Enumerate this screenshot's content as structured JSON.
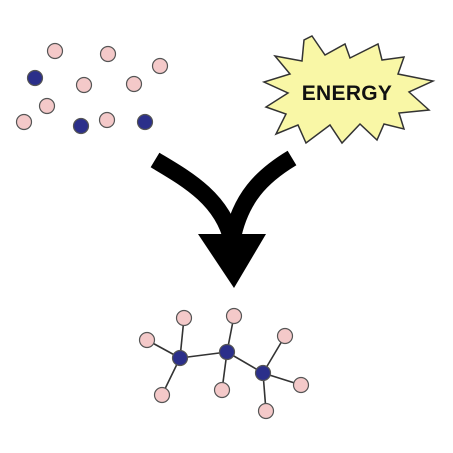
{
  "energy": {
    "label": "ENERGY",
    "fill_color": "#f9f7a6",
    "outline_color": "#333333",
    "text_color": "#111111"
  },
  "colors": {
    "hydrogen_atom_fill": "#f4c9c9",
    "carbon_atom_fill": "#2b2f8a",
    "atom_outline": "#555555",
    "bond_line": "#333333",
    "arrow": "#000000"
  },
  "reactant_atoms": {
    "hydrogen_count": 8,
    "carbon_count": 3
  },
  "product_molecule": {
    "carbon_count": 3,
    "hydrogen_count": 8
  }
}
